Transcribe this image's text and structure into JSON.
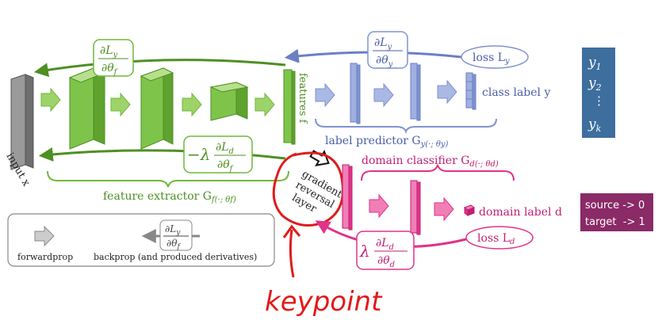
{
  "colors": {
    "green": "#6fb83a",
    "green_light": "#9ed36a",
    "green_dark": "#4e8f23",
    "blue": "#7f93d1",
    "blue_light": "#aab8e4",
    "pink": "#e0338a",
    "pink_light": "#f07fb7",
    "gray": "#808080",
    "annotation_red": "#e11b1b",
    "legend_y_box": "#3d6e9e",
    "legend_d_box": "#8a2a66"
  },
  "labels": {
    "input": "input x",
    "features": "features f",
    "feature_extractor": "feature extractor G",
    "feature_extractor_args": "f(·; θf)",
    "label_predictor": "label predictor G",
    "label_predictor_args": "y(·; θy)",
    "domain_classifier": "domain classifier G",
    "domain_classifier_args": "d(·; θd)",
    "class_label": "class label y",
    "domain_label": "domain label d",
    "loss_y": "loss L",
    "loss_y_sub": "y",
    "loss_d": "loss L",
    "loss_d_sub": "d",
    "grl_line1": "gradient",
    "grl_line2": "reversal",
    "grl_line3": "layer",
    "keypoint": "keypoint"
  },
  "derivatives": {
    "dLy_num": "∂L",
    "dLy_num_sub": "y",
    "dtheta_f_den": "∂θ",
    "dtheta_f_den_sub": "f",
    "dtheta_y_den": "∂θ",
    "dtheta_y_den_sub": "y",
    "neg_lambda": "−λ",
    "lambda": "λ",
    "dLd_num": "∂L",
    "dLd_num_sub": "d",
    "dtheta_d_den": "∂θ",
    "dtheta_d_den_sub": "d"
  },
  "legend": {
    "forwardprop": "forwardprop",
    "backprop": "backprop (and produced derivatives)"
  },
  "right_boxes": {
    "y_items": [
      "y",
      "y",
      "⋮",
      "y"
    ],
    "y_subs": [
      "1",
      "2",
      "",
      "k"
    ],
    "d_items": [
      "source -> 0",
      "target  -> 1"
    ]
  }
}
